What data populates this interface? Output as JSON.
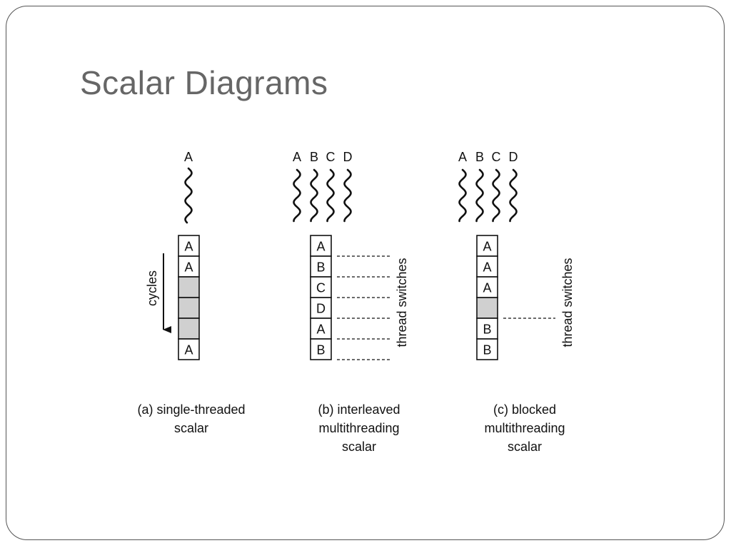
{
  "slide": {
    "title": "Scalar Diagrams"
  },
  "colors": {
    "title": "#666666",
    "stroke": "#111111",
    "empty_slot": "#d0d0d0",
    "border": "#555555"
  },
  "diagram": {
    "panels": [
      {
        "id": "a",
        "threads": [
          "A"
        ],
        "slots": [
          "A",
          "A",
          "",
          "",
          "",
          "A"
        ],
        "side_label": "cycles",
        "caption": [
          "(a) single-threaded",
          "scalar"
        ]
      },
      {
        "id": "b",
        "threads": [
          "A",
          "B",
          "C",
          "D"
        ],
        "slots": [
          "A",
          "B",
          "C",
          "D",
          "A",
          "B"
        ],
        "side_label": "thread switches",
        "caption": [
          "(b) interleaved",
          "multithreading",
          "scalar"
        ]
      },
      {
        "id": "c",
        "threads": [
          "A",
          "B",
          "C",
          "D"
        ],
        "slots": [
          "A",
          "A",
          "A",
          "",
          "B",
          "B"
        ],
        "side_label": "thread switches",
        "caption": [
          "(c) blocked",
          "multithreading",
          "scalar"
        ]
      }
    ]
  }
}
